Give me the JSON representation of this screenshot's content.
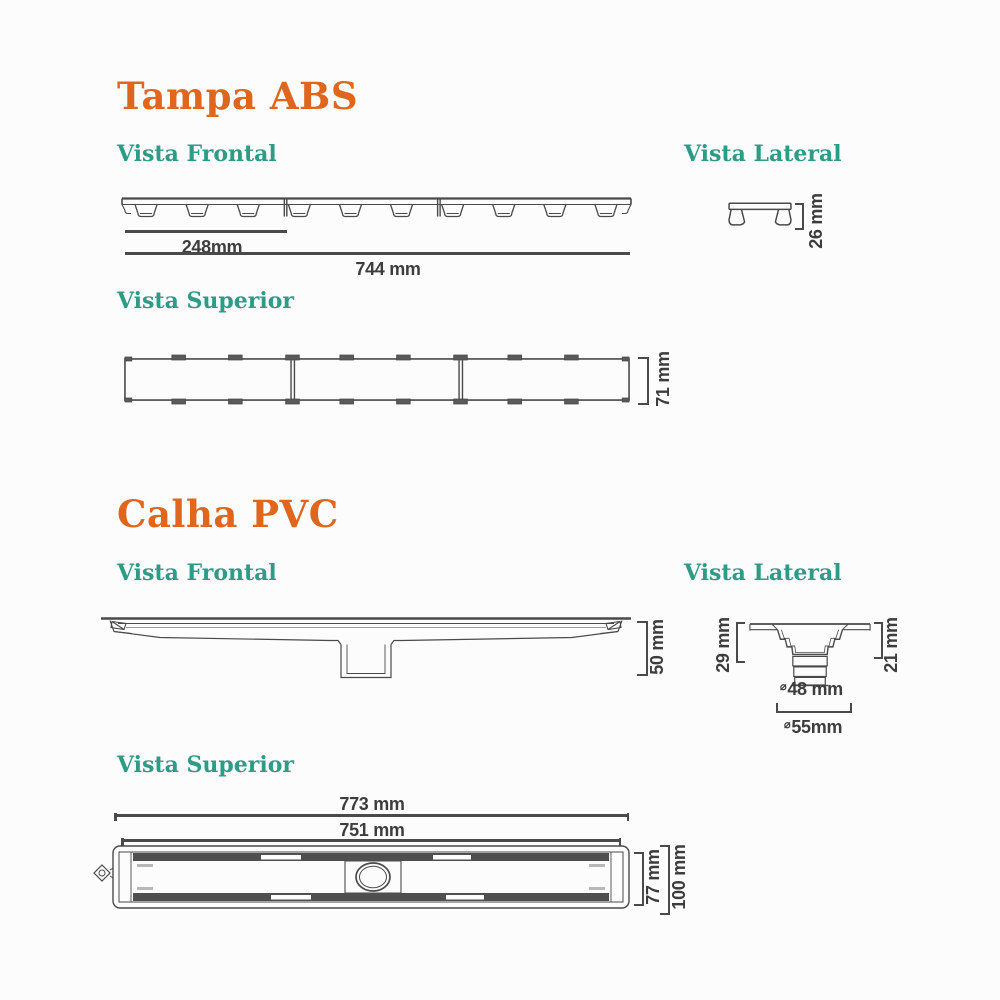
{
  "tampa": {
    "title": "Tampa ABS",
    "frontal": {
      "label": "Vista Frontal",
      "dim_partial": "248mm",
      "dim_total": "744 mm"
    },
    "lateral": {
      "label": "Vista Lateral",
      "dim_height": "26 mm"
    },
    "superior": {
      "label": "Vista Superior",
      "dim_depth": "71 mm"
    }
  },
  "calha": {
    "title": "Calha PVC",
    "frontal": {
      "label": "Vista Frontal",
      "dim_height": "50 mm"
    },
    "lateral": {
      "label": "Vista Lateral",
      "dim_left": "29 mm",
      "dim_right": "21 mm",
      "dim_connector_symbol": "⌀",
      "dim_connector": "48 mm",
      "dim_base_symbol": "⌀",
      "dim_base": "55mm"
    },
    "superior": {
      "label": "Vista Superior",
      "dim_total": "773 mm",
      "dim_inner": "751 mm",
      "dim_width_inner": "77 mm",
      "dim_width_outer": "100 mm"
    }
  },
  "colors": {
    "accent_orange": "#E0661E",
    "accent_teal": "#2E9B87",
    "line": "#4A4A4A",
    "text": "#3D3D3D"
  }
}
